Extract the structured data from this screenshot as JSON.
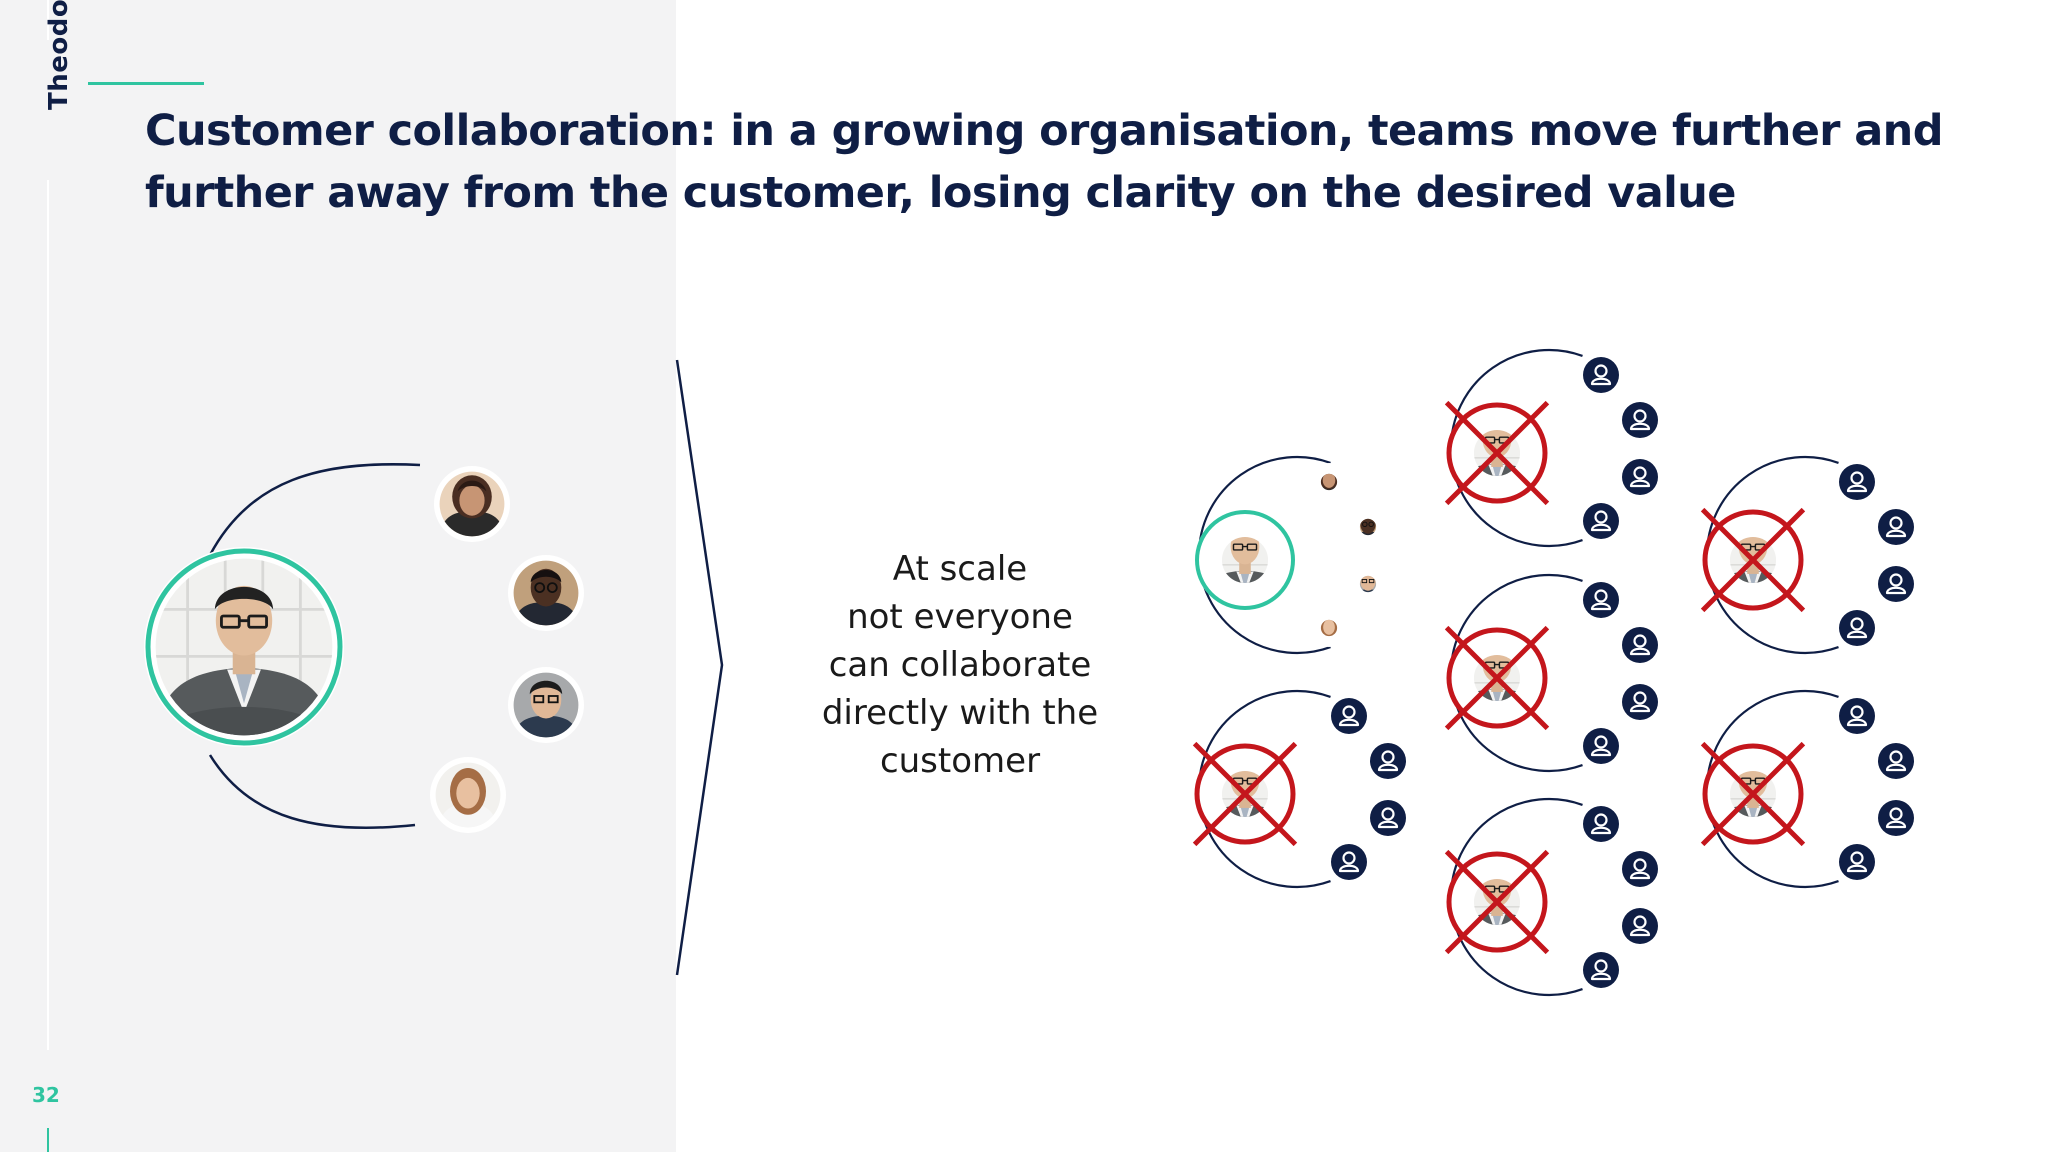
{
  "brand": "Theodo",
  "page_number": "32",
  "title": {
    "line1": "Customer collaboration: in a growing organisation, teams move further and",
    "line2": "further away from the customer, losing clarity on the desired value"
  },
  "caption": {
    "line1": "At scale",
    "line2": "not everyone",
    "line3": "can collaborate",
    "line4": "directly with the",
    "line5": "customer"
  },
  "colors": {
    "navy": "#0f1e45",
    "teal": "#2fc4a0",
    "cross_red": "#c4161c",
    "panel_gray": "#f3f3f4"
  },
  "diagram": {
    "left": {
      "center": "customer-photo",
      "team": [
        "team-member-photo",
        "team-member-photo",
        "team-member-photo",
        "team-member-photo"
      ]
    },
    "right": {
      "direct_clusters": 1,
      "crossed_clusters": 6,
      "members_per_cluster": 4,
      "member_icon": "user-icon",
      "cross_icon": "cross-icon"
    }
  }
}
